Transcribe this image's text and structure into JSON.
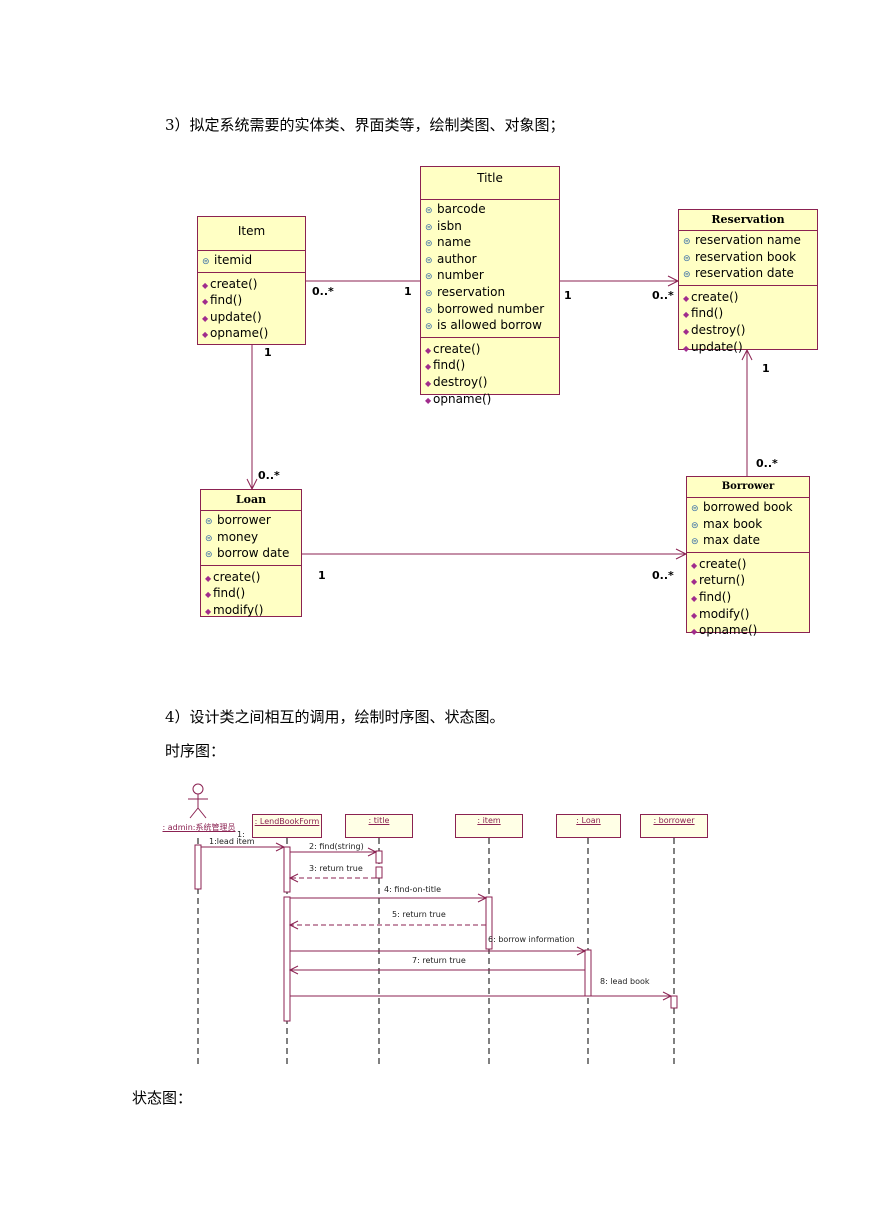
{
  "heading3": "3）拟定系统需要的实体类、界面类等，绘制类图、对象图；",
  "heading4": "4）设计类之间相互的调用，绘制时序图、状态图。",
  "sequence_caption": "时序图：",
  "state_caption": "状态图：",
  "classes": {
    "item": {
      "name": "Item",
      "attributes": [
        "itemid"
      ],
      "operations": [
        "create()",
        "find()",
        "update()",
        "opname()"
      ]
    },
    "title": {
      "name": "Title",
      "attributes": [
        "barcode",
        "isbn",
        "name",
        "author",
        "number",
        "reservation",
        "borrowed number",
        "is allowed borrow"
      ],
      "operations": [
        "create()",
        "find()",
        "destroy()",
        "opname()"
      ]
    },
    "reservation": {
      "name": "Reservation",
      "attributes": [
        "reservation name",
        "reservation book",
        "reservation date"
      ],
      "operations": [
        "create()",
        "find()",
        "destroy()",
        "update()"
      ]
    },
    "loan": {
      "name": "Loan",
      "attributes": [
        "borrower",
        "money",
        "borrow date"
      ],
      "operations": [
        "create()",
        "find()",
        "modify()"
      ]
    },
    "borrower": {
      "name": "Borrower",
      "attributes": [
        "borrowed book",
        "max  book",
        "max  date"
      ],
      "operations": [
        "create()",
        "return()",
        "find()",
        "modify()",
        "opname()"
      ]
    }
  },
  "multiplicities": {
    "item_title_item": "0..*",
    "item_title_title": "1",
    "title_res_title": "1",
    "title_res_res": "0..*",
    "item_loan_item": "1",
    "item_loan_loan": "0..*",
    "loan_borrower_loan": "1",
    "loan_borrower_borrower": "0..*",
    "borrower_res_borrower": "0..*",
    "borrower_res_res": "1"
  },
  "sequence": {
    "actor": ": admin:系统管理员",
    "lifelines": {
      "form": ": LendBookForm",
      "title": ": title",
      "item": ": item",
      "loan": ": Loan",
      "borrower": ": borrower"
    },
    "messages": {
      "m1": "1:lead item",
      "m2": "2: find(string)",
      "m3": "3: return true",
      "m4": "4: find-on-title",
      "m5": "5: return true",
      "m6": "6: borrow information",
      "m7": "7: return true",
      "m8": "8: lead book"
    },
    "self_label": "1:"
  },
  "colors": {
    "box_fill": "#ffffc4",
    "border": "#8b2252"
  }
}
